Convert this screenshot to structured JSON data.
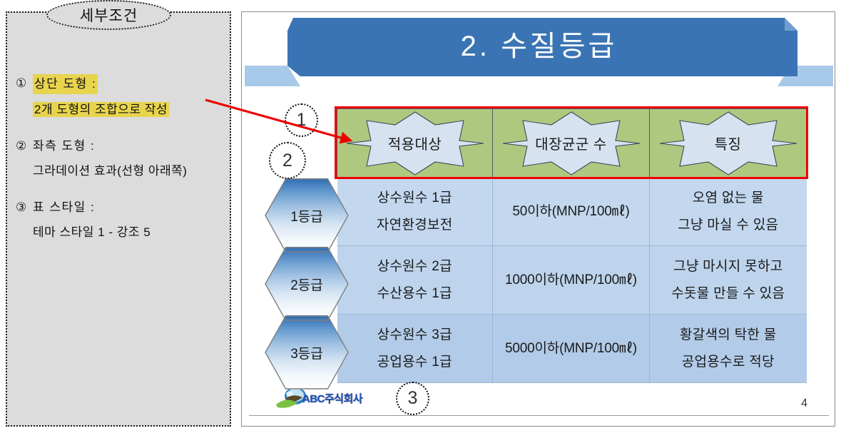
{
  "notes_panel": {
    "title": "세부조건",
    "items": [
      {
        "number": "①",
        "head": "상단 도형 :",
        "head_highlighted": true,
        "sub": "2개 도형의 조합으로 작성",
        "sub_highlighted": true
      },
      {
        "number": "②",
        "head": "좌측 도형 :",
        "head_highlighted": false,
        "sub": "그라데이션 효과(선형 아래쪽)",
        "sub_highlighted": false
      },
      {
        "number": "③",
        "head": "표 스타일 :",
        "head_highlighted": false,
        "sub": "테마 스타일 1 - 강조 5",
        "sub_highlighted": false
      }
    ]
  },
  "slide": {
    "title": "2. 수질등급",
    "step_markers": [
      {
        "id": "1",
        "label": "①",
        "digit": "1"
      },
      {
        "id": "2",
        "label": "②",
        "digit": "2"
      },
      {
        "id": "3",
        "label": "③",
        "digit": "3"
      }
    ],
    "grades": [
      {
        "label": "1등급"
      },
      {
        "label": "2등급"
      },
      {
        "label": "3등급"
      }
    ],
    "table": {
      "headers": [
        "적용대상",
        "대장균군 수",
        "특징"
      ],
      "rows": [
        {
          "grade": "1등급",
          "target": [
            "상수원수 1급",
            "자연환경보전"
          ],
          "coliform": "50이하(MNP/100㎖)",
          "feature": [
            "오염 없는 물",
            "그냥 마실 수 있음"
          ]
        },
        {
          "grade": "2등급",
          "target": [
            "상수원수 2급",
            "수산용수 1급"
          ],
          "coliform": "1000이하(MNP/100㎖)",
          "feature": [
            "그냥 마시지 못하고",
            "수돗물 만들 수 있음"
          ]
        },
        {
          "grade": "3등급",
          "target": [
            "상수원수 3급",
            "공업용수 1급"
          ],
          "coliform": "5000이하(MNP/100㎖)",
          "feature": [
            "황갈색의 탁한 물",
            "공업용수로 적당"
          ]
        }
      ]
    },
    "footer": {
      "logo_text": "ABC주식회사",
      "page_number": "4"
    }
  },
  "colors": {
    "notes_panel_bg": "#dcdcdc",
    "highlight_yellow": "#e8d44d",
    "ribbon_blue": "#3a74b4",
    "ribbon_wing_blue": "#a8caea",
    "header_green": "#aec97f",
    "star_fill": "#d6e2f0",
    "row_1": "#c3d8ef",
    "row_2": "#bdd4ec",
    "row_3": "#b2cbe8",
    "arrow_red": "#ee0000",
    "hex_gradient_top": "#2f6bb0",
    "hex_gradient_bottom": "#ffffff"
  }
}
